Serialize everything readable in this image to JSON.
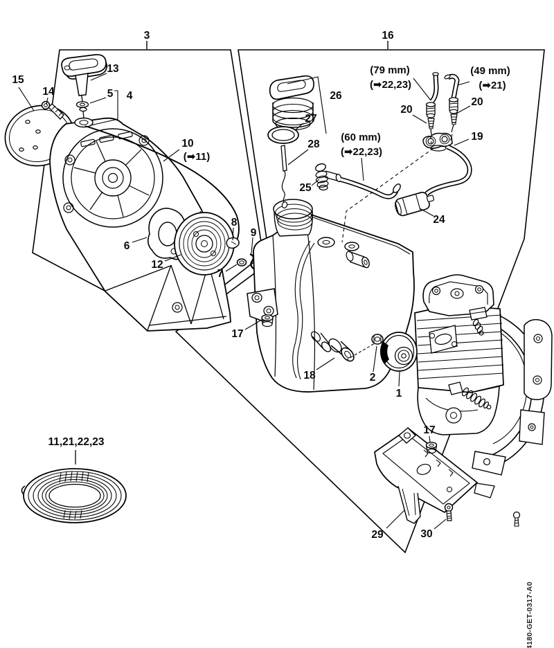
{
  "page": {
    "background": "#ffffff",
    "line_color": "#000000",
    "label_color": "#0a0a0a",
    "footer_code": "4180-GET-0317-A0"
  },
  "callouts": {
    "box3": "3",
    "box16": "16",
    "c1": "1",
    "c2": "2",
    "c4": "4",
    "c5": "5",
    "c6": "6",
    "c7": "7",
    "c8": "8",
    "c9": "9",
    "c10": "10",
    "c10_ref": "(➡11)",
    "c12": "12",
    "c13": "13",
    "c14": "14",
    "c15": "15",
    "c17_tank": "17",
    "c17_engine": "17",
    "c18": "18",
    "c19": "19",
    "c20_left": "20",
    "c20_right": "20",
    "c24": "24",
    "c25": "25",
    "c26": "26",
    "c27": "27",
    "c28": "28",
    "c29": "29",
    "c30": "30",
    "hose79_len": "(79 mm)",
    "hose79_ref": "(➡22,23)",
    "hose49_len": "(49 mm)",
    "hose49_ref": "(➡21)",
    "hose60_len": "(60 mm)",
    "hose60_ref": "(➡22,23)",
    "rope_group": "11,21,22,23"
  }
}
